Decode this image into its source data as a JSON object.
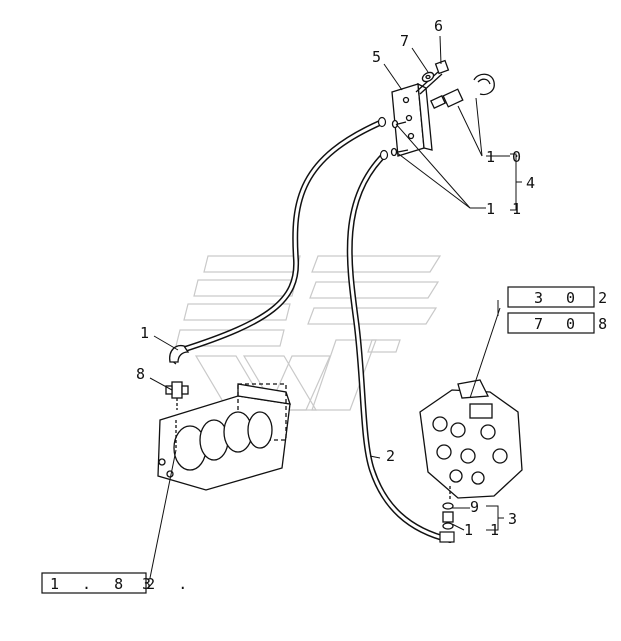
{
  "diagram": {
    "callouts": {
      "c6": "6",
      "c7": "7",
      "c5": "5",
      "c10": "1 0",
      "c4": "4",
      "c11a": "1 1",
      "c1": "1",
      "c8": "8",
      "c2": "2",
      "c9": "9",
      "c3": "3",
      "c11b": "1 1"
    },
    "ref_boxes": {
      "r302": "3 0 2",
      "r708": "7 0 8",
      "r182": "1 . 8 2 .",
      "r182_suffix": "3"
    }
  }
}
